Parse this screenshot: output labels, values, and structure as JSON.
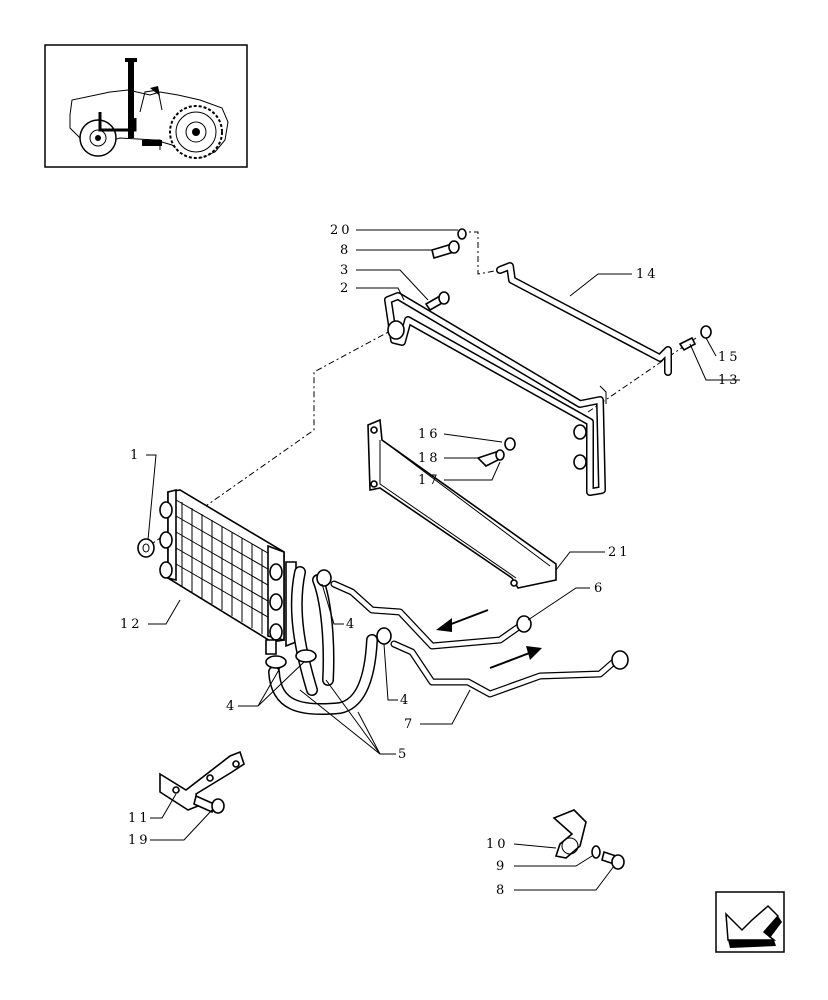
{
  "thumbnail": {
    "icon": "tractor-overview-icon"
  },
  "callouts": {
    "c20": "20",
    "c8a": "8",
    "c3": "3",
    "c2": "2",
    "c14": "14",
    "c15": "15",
    "c13": "13",
    "c1": "1",
    "c16": "16",
    "c18": "18",
    "c17": "17",
    "c21": "21",
    "c6": "6",
    "c12": "12",
    "c4a": "4",
    "c4b": "4",
    "c4c": "4",
    "c7": "7",
    "c5": "5",
    "c11": "11",
    "c19": "19",
    "c10": "10",
    "c9": "9",
    "c8b": "8"
  },
  "nav": {
    "icon": "previous-page-arrow-icon"
  }
}
